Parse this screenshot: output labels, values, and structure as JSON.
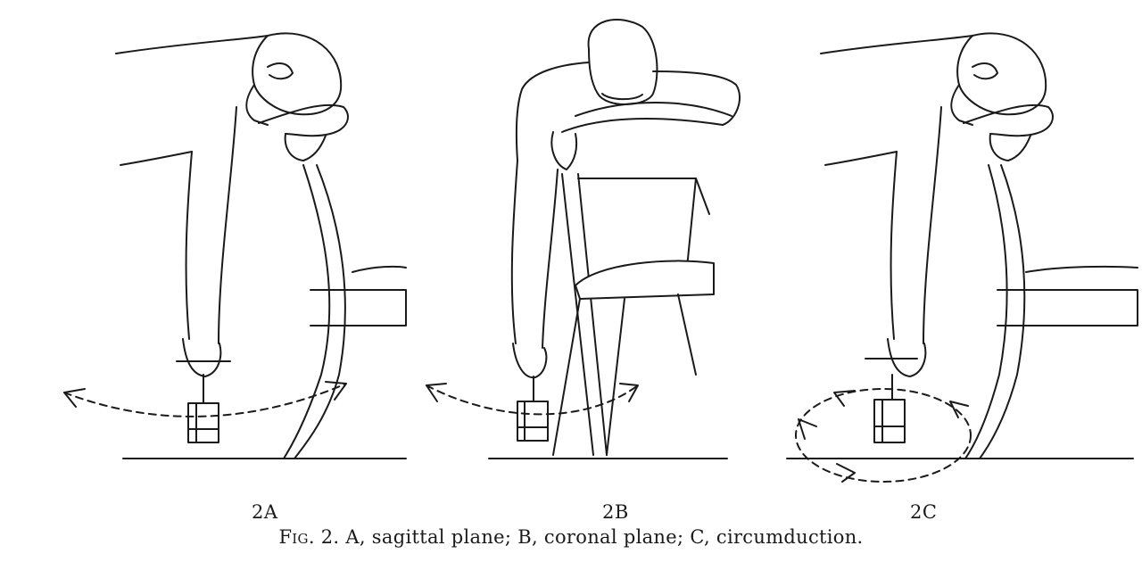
{
  "figure": {
    "panels": [
      {
        "id": "A",
        "label": "2A",
        "motion": "sagittal plane"
      },
      {
        "id": "B",
        "label": "2B",
        "motion": "coronal plane"
      },
      {
        "id": "C",
        "label": "2C",
        "motion": "circumduction"
      }
    ],
    "caption": {
      "prefix": "Fig. 2.",
      "text": "A, sagittal plane; B, coronal plane; C, circumduction."
    }
  }
}
